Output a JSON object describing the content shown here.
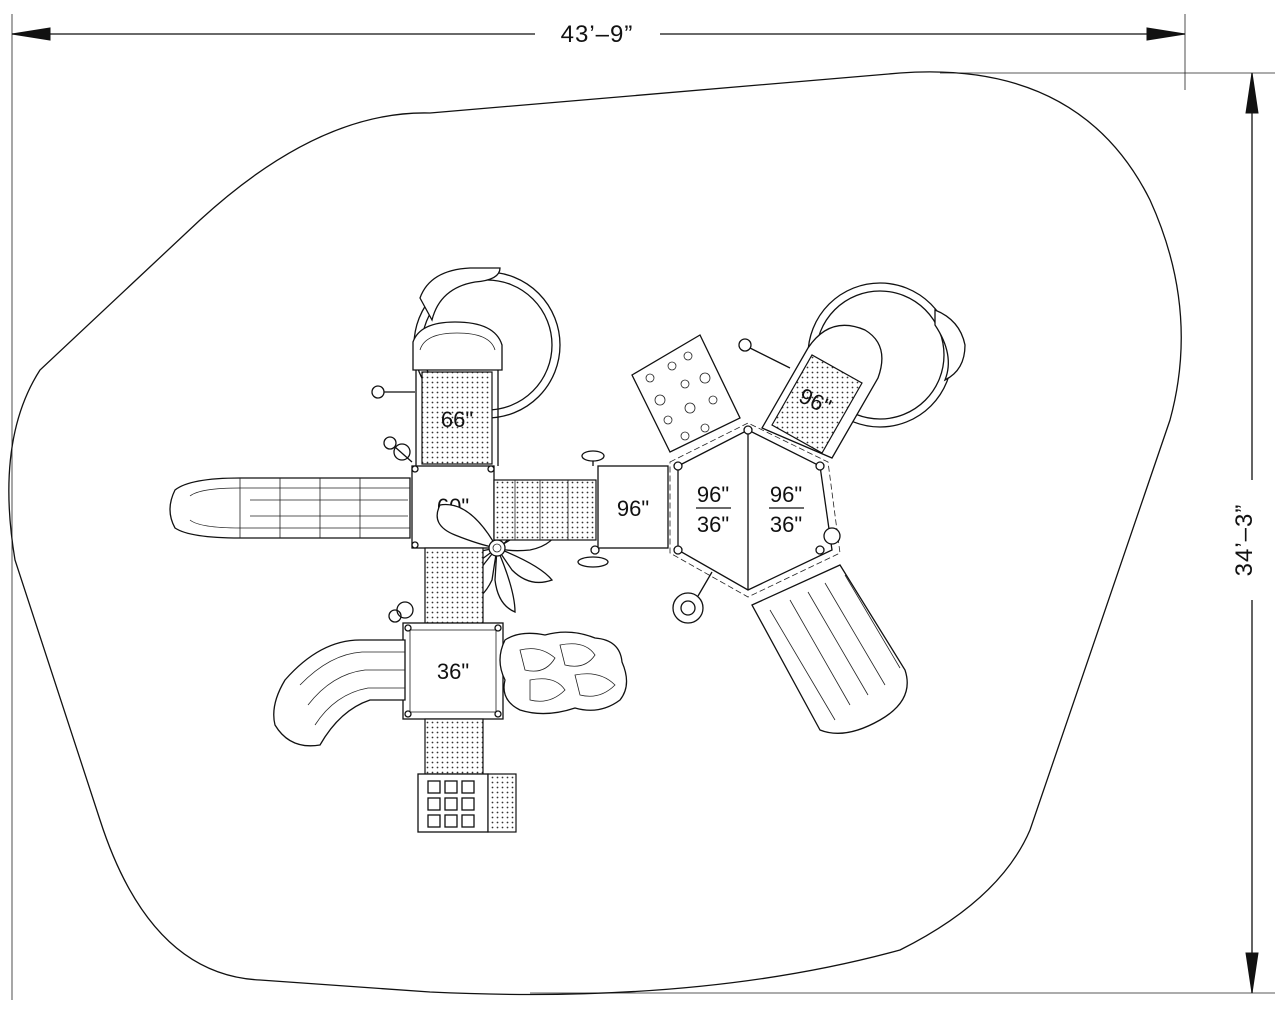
{
  "dimensions": {
    "width": "43’–9”",
    "depth": "34’–3”"
  },
  "platform_labels": {
    "tower_66": "66\"",
    "deck_60": "60\"",
    "deck_36": "36\"",
    "bridge_96": "96\"",
    "hex_left_top": "96\"",
    "hex_left_bottom": "36\"",
    "hex_right_top": "96\"",
    "hex_right_bottom": "36\"",
    "slide_96": "96\""
  }
}
